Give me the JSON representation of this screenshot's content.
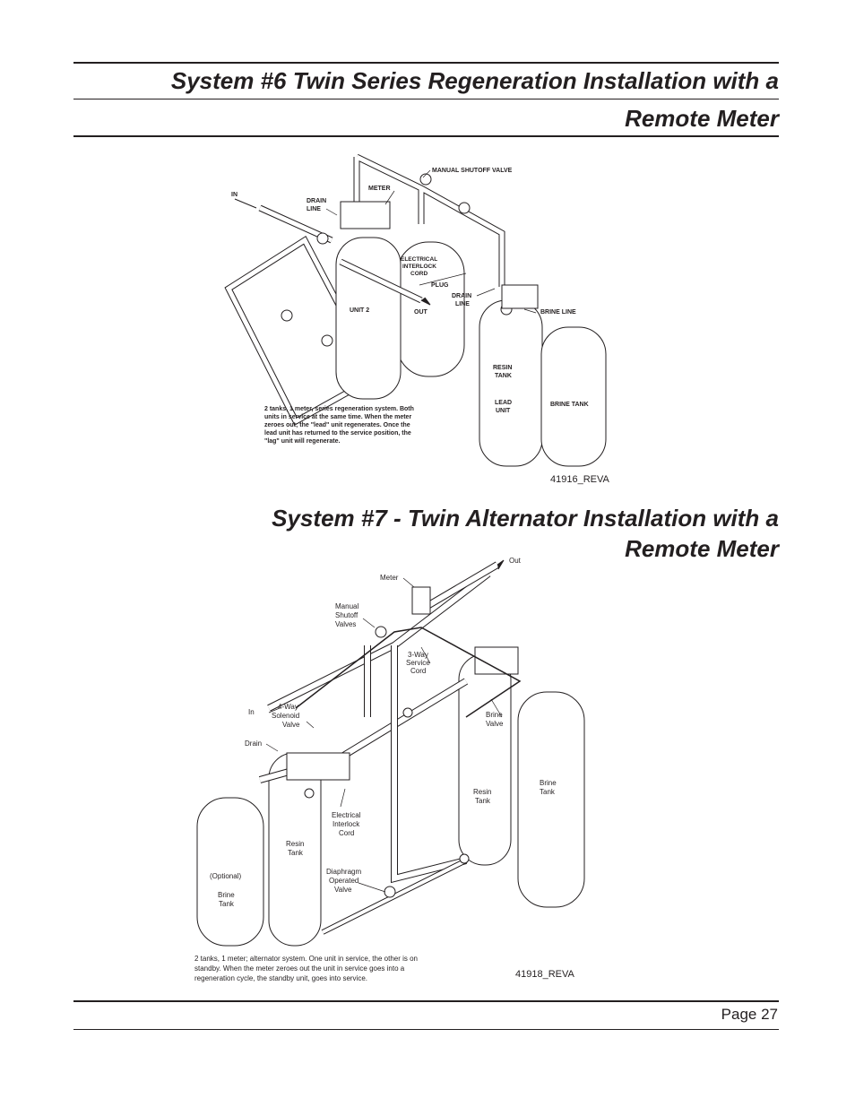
{
  "system6": {
    "title_line1": "System #6 Twin Series Regeneration Installation with a",
    "title_line2": "Remote Meter",
    "labels": {
      "manual_shutoff": "MANUAL SHUTOFF VALVE",
      "in": "IN",
      "drain_line_1": "DRAIN",
      "drain_line_2": "LINE",
      "meter": "METER",
      "electrical_1": "ELECTRICAL",
      "electrical_2": "INTERLOCK",
      "electrical_3": "CORD",
      "plug": "PLUG",
      "drain2_1": "DRAIN",
      "drain2_2": "LINE",
      "unit2": "UNIT 2",
      "out": "OUT",
      "brine_line": "BRINE LINE",
      "resin_1": "RESIN",
      "resin_2": "TANK",
      "lead_1": "LEAD",
      "lead_2": "UNIT",
      "brine_tank": "BRINE TANK"
    },
    "caption_lines": [
      "2  tanks, 1 meter, series regeneration system. Both",
      "units in service at the same time. When the meter",
      "zeroes out; the \"lead\" unit regenerates. Once the",
      "lead unit has returned to the  service position, the",
      "\"lag\" unit will regenerate."
    ],
    "figure_id": "41916_REVA"
  },
  "system7": {
    "title_line1": "System #7 - Twin Alternator Installation with a",
    "title_line2": "Remote Meter",
    "labels": {
      "out": "Out",
      "meter": "Meter",
      "manual_1": "Manual",
      "manual_2": "Shutoff",
      "manual_3": "Valves",
      "service_1": "3-Way",
      "service_2": "Service",
      "service_3": "Cord",
      "in": "In",
      "solenoid_1": "4-Way",
      "solenoid_2": "Solenoid",
      "solenoid_3": "Valve",
      "brine_valve_1": "Brine",
      "brine_valve_2": "Valve",
      "drain": "Drain",
      "brine_tank_r1": "Brine",
      "brine_tank_r2": "Tank",
      "resin_r1": "Resin",
      "resin_r2": "Tank",
      "electrical_1": "Electrical",
      "electrical_2": "Interlock",
      "electrical_3": "Cord",
      "resin_l1": "Resin",
      "resin_l2": "Tank",
      "optional": "(Optional)",
      "brine_l1": "Brine",
      "brine_l2": "Tank",
      "diaphragm_1": "Diaphragm",
      "diaphragm_2": "Operated",
      "diaphragm_3": "Valve"
    },
    "caption_lines": [
      "2 tanks, 1 meter; alternator system. One unit in service, the other is on",
      "standby. When the meter zeroes out the unit in service goes into a",
      "regeneration cycle, the standby unit, goes into service."
    ],
    "figure_id": "41918_REVA"
  },
  "footer": {
    "page": "Page 27"
  }
}
